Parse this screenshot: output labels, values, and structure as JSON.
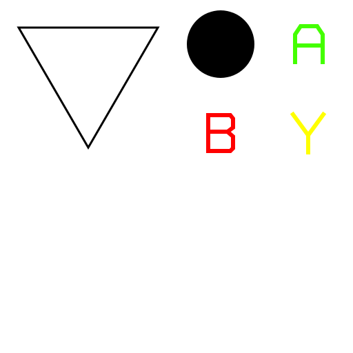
{
  "shapes": {
    "triangle": {
      "kind": "triangle-down",
      "fill": "none",
      "stroke": "#000000"
    },
    "circle": {
      "kind": "circle",
      "fill": "#000000"
    }
  },
  "letters": [
    {
      "id": "A",
      "text": "A",
      "color": "#44ff00"
    },
    {
      "id": "B",
      "text": "B",
      "color": "#ff0000"
    },
    {
      "id": "Y",
      "text": "Y",
      "color": "#ffff00"
    }
  ]
}
